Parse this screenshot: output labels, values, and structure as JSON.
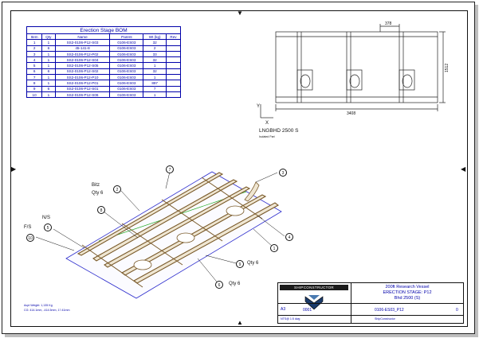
{
  "bom": {
    "title": "Erection Stage BOM",
    "headers": [
      "Item",
      "Qty",
      "Name",
      "Parent",
      "Wt (kg)",
      "Rev"
    ],
    "rows": [
      [
        "1",
        "1",
        "SS2-0106-P12-S03",
        "0106-ES03",
        "32",
        ""
      ],
      [
        "2",
        "6",
        "45-141-8",
        "0106-ES03",
        "2",
        ""
      ],
      [
        "3",
        "1",
        "SS2-0106-P12-P02",
        "0106-ES03",
        "33",
        ""
      ],
      [
        "4",
        "1",
        "SS2-0106-P12-S04",
        "0106-ES03",
        "32",
        ""
      ],
      [
        "5",
        "1",
        "SS2-0106-P12-S05",
        "0106-ES03",
        "1",
        ""
      ],
      [
        "6",
        "6",
        "SS2-0106-P12-S02",
        "0106-ES03",
        "32",
        ""
      ],
      [
        "7",
        "1",
        "SS2-0106-P12-P10",
        "0106-ES03",
        "1",
        ""
      ],
      [
        "8",
        "1",
        "SS2-0106-P12-P01",
        "0106-ES03",
        "897",
        ""
      ],
      [
        "9",
        "6",
        "SS2-0106-P12-S01",
        "0106-ES03",
        "7",
        ""
      ],
      [
        "10",
        "1",
        "SS2-0106-P12-S06",
        "0106-ES03",
        "1",
        ""
      ]
    ]
  },
  "plan_view": {
    "dim_width": "3408",
    "dim_height": "1512",
    "dim_spacing": "378",
    "axis_y": "Y",
    "axis_x": "X",
    "view_title": "LNGBHD 2500 S",
    "view_subtitle": "Isolated Part"
  },
  "iso_labels": {
    "bitz": "Bitz",
    "qty6_top": "Qty 6",
    "ns": "N/S",
    "fs": "F/S",
    "qty6_mid": "Qty 6",
    "qty6_bottom": "Qty 6"
  },
  "balloons": [
    "7",
    "3",
    "2",
    "8",
    "5",
    "10",
    "4",
    "1",
    "9",
    "6"
  ],
  "notes": {
    "line1": "Acpt Weight: 1,135 Kg",
    "line2": "CG: 414.1mm, -414.5mm, 1?.41mm"
  },
  "title_block": {
    "company": "SHIPCONSTRUCTOR",
    "project": "200ft Research Vessel",
    "stage": "ERECTION STAGE: P12",
    "part": "Bhd 2500 (S)",
    "size": "A3",
    "sheet_no": "0001",
    "drawing_no": "0106-ES03_P12",
    "rev": "0",
    "scale_note": "NTS@ 1:5 dwg",
    "approval": "ShipConstructor"
  },
  "colors": {
    "bom_text": "#0000aa",
    "structure": "#7a5a2a",
    "plate_outline": "#2a2acc",
    "centerline": "#22aa22"
  }
}
